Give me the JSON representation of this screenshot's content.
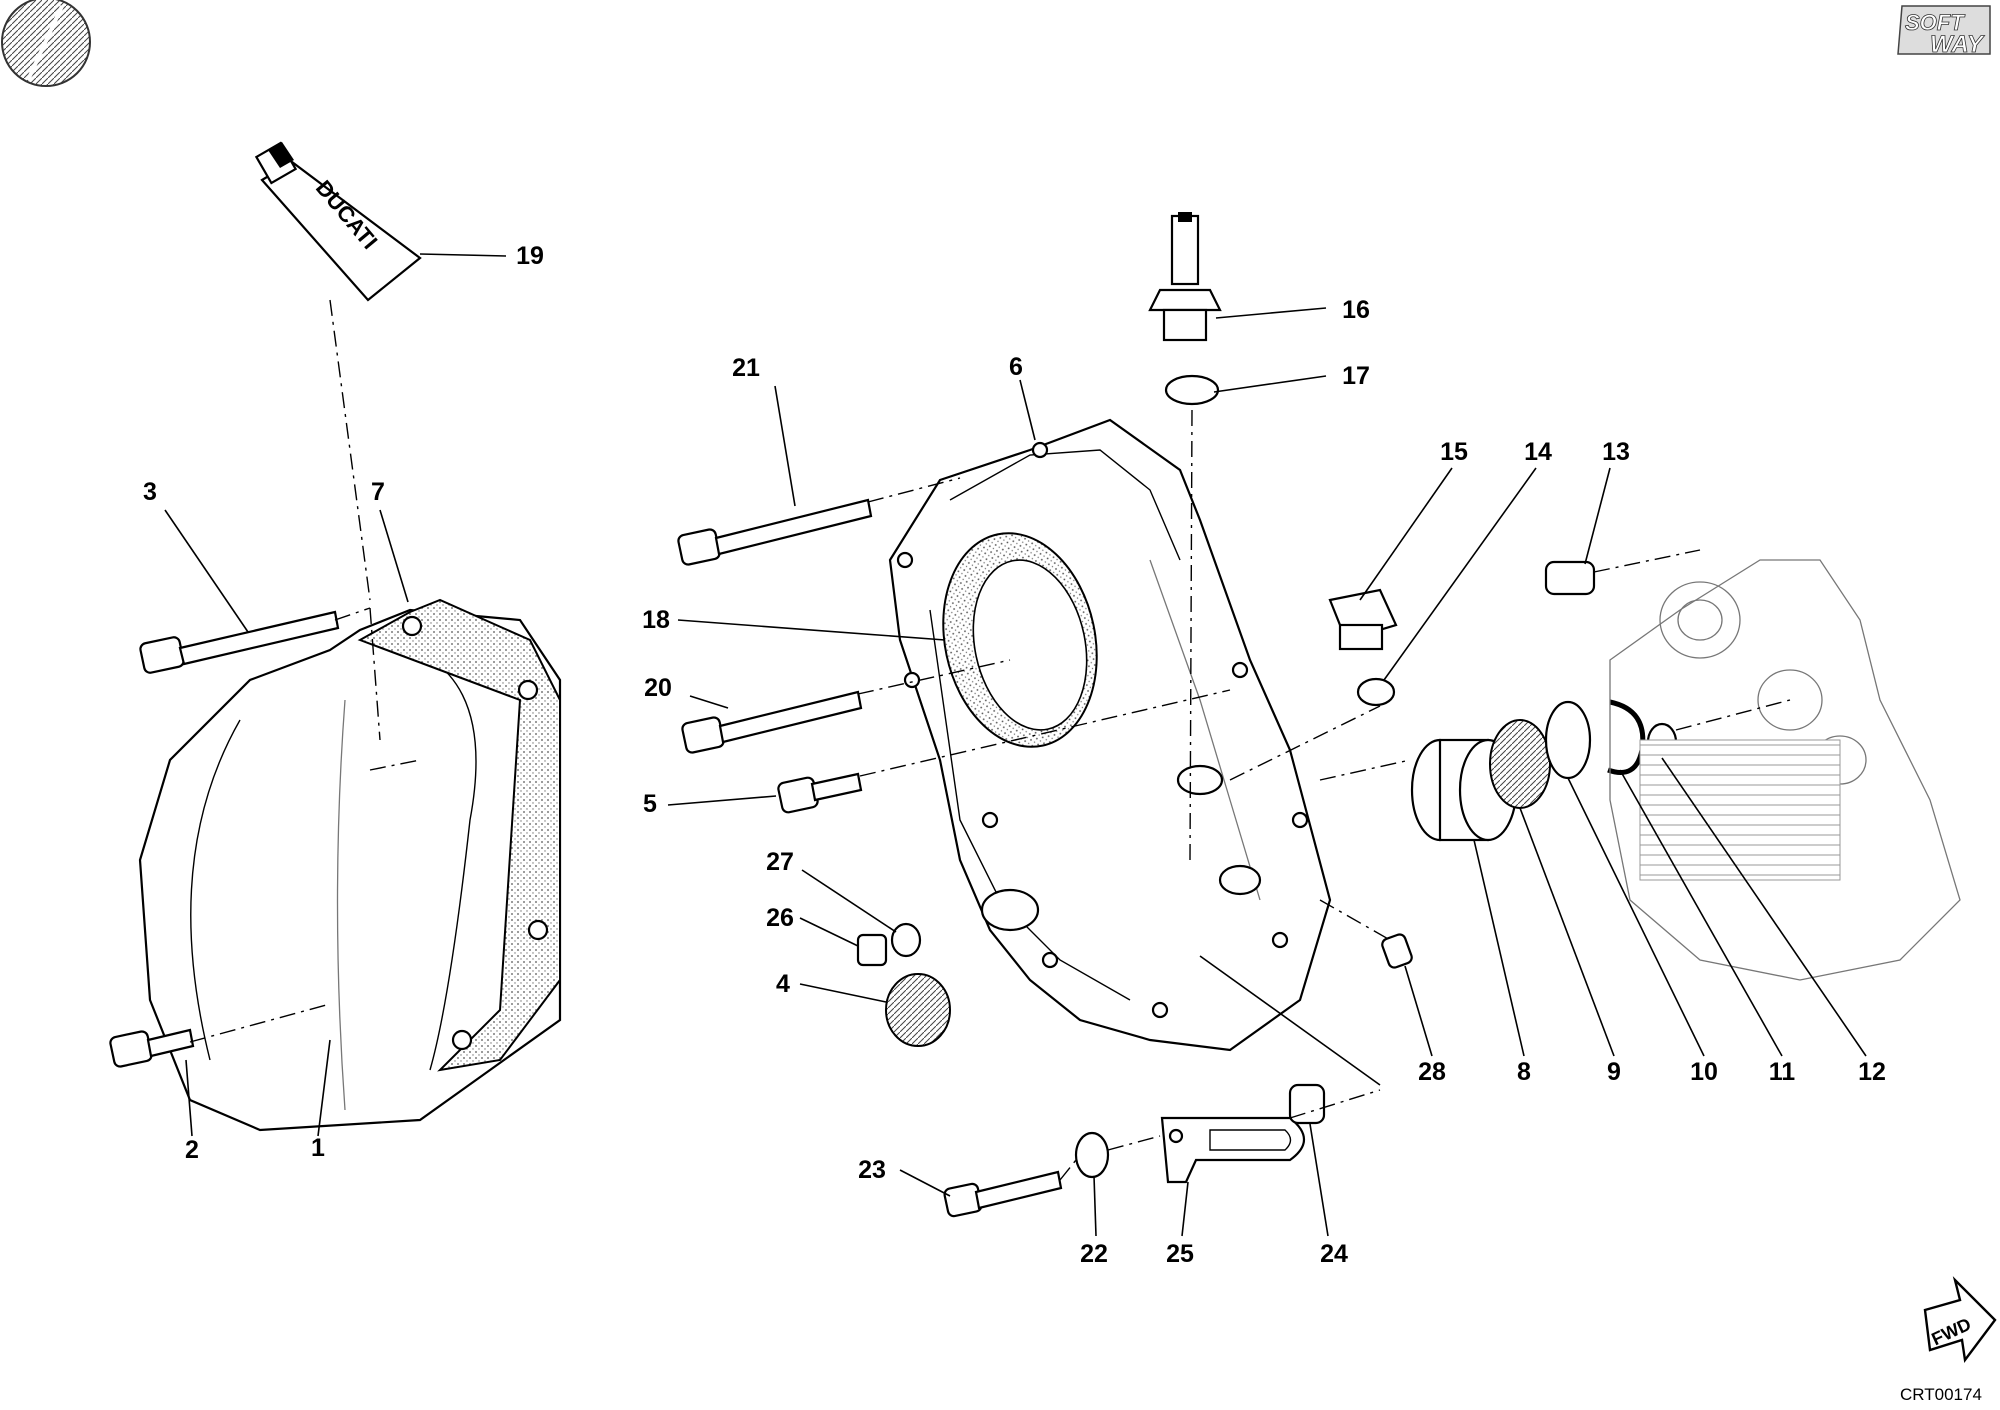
{
  "logo": {
    "line1": "SOFT",
    "line2": "WAY"
  },
  "tube_brand": "DUCATI",
  "fwd_label": "FWD",
  "drawing_code": "CRT00174",
  "callouts": [
    {
      "id": "1",
      "label": "1"
    },
    {
      "id": "2",
      "label": "2"
    },
    {
      "id": "3",
      "label": "3"
    },
    {
      "id": "4",
      "label": "4"
    },
    {
      "id": "5",
      "label": "5"
    },
    {
      "id": "6",
      "label": "6"
    },
    {
      "id": "7",
      "label": "7"
    },
    {
      "id": "8",
      "label": "8"
    },
    {
      "id": "9",
      "label": "9"
    },
    {
      "id": "10",
      "label": "10"
    },
    {
      "id": "11",
      "label": "11"
    },
    {
      "id": "12",
      "label": "12"
    },
    {
      "id": "13",
      "label": "13"
    },
    {
      "id": "14",
      "label": "14"
    },
    {
      "id": "15",
      "label": "15"
    },
    {
      "id": "16",
      "label": "16"
    },
    {
      "id": "17",
      "label": "17"
    },
    {
      "id": "18",
      "label": "18"
    },
    {
      "id": "19",
      "label": "19"
    },
    {
      "id": "20",
      "label": "20"
    },
    {
      "id": "21",
      "label": "21"
    },
    {
      "id": "22",
      "label": "22"
    },
    {
      "id": "23",
      "label": "23"
    },
    {
      "id": "24",
      "label": "24"
    },
    {
      "id": "25",
      "label": "25"
    },
    {
      "id": "26",
      "label": "26"
    },
    {
      "id": "27",
      "label": "27"
    },
    {
      "id": "28",
      "label": "28"
    }
  ]
}
